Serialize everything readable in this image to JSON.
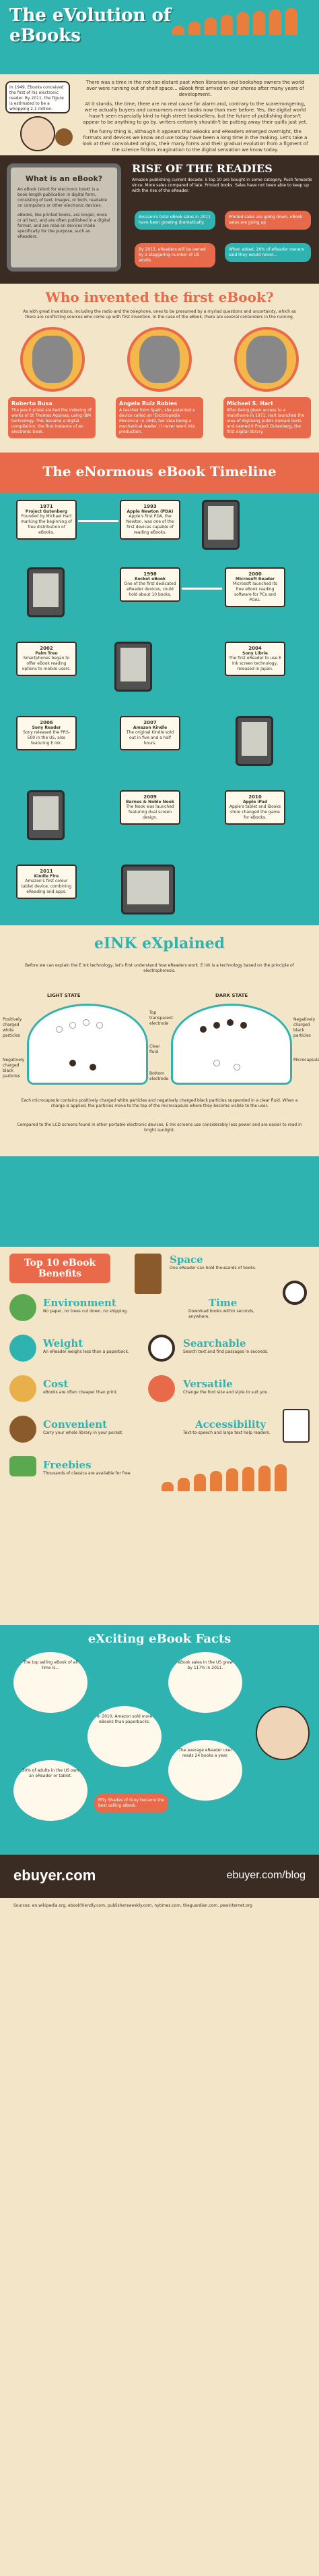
{
  "header": {
    "title_line1": "The eVolution of",
    "title_line2": "eBooks"
  },
  "intro": {
    "speech": "In 1949, Ebooks conceived the first of his electronic reader. By 2011, the figure is estimated to be a whopping 2,1 million.",
    "para1": "There was a time in the not-too-distant past when librarians and bookshop owners the world over were running out of shelf space... eBook first arrived on our shores after many years of development.",
    "para2": "At it stands, the time, there are no real cause for alarm and, contrary to the scaremongering, we're actually buyers and consumers more books now than ever before. Yes, the digital world hasn't seen especially kind to high street booksellers, but the future of publishing doesn't appear to be anything to go by, writers certainly shouldn't be putting away their quills just yet.",
    "para3": "The funny thing is, although it appears that eBooks and eReaders emerged overnight, the formats and devices we know and use today have been a long time in the making. Let's take a look at their convoluted origins, their many forms and their gradual evolution from a figment of the science fiction imagination to the digital sensation we know today."
  },
  "what": {
    "title": "What is an eBook?",
    "text1": "An eBook (short for electronic book) is a book-length publication in digital form, consisting of text, images, or both, readable on computers or other electronic devices.",
    "text2": "eBooks, like printed books, are longer, more or all text, and are often published in a digital format, and are read on devices made specifically for the purpose, such as eReaders.",
    "rise_title": "RISE OF THE READIES",
    "rise_text": "Amazon publishing current decade: 5 top 10 are bought in some category. Push forwards since. More sales compared of late. Printed books. Sales have not been able to keep up with the rise of the eReader.",
    "bubble1": "Amazon's total eBook sales in 2011 have been growing dramatically.",
    "bubble2": "Printed sales are going down, eBook sales are going up",
    "bubble3": "By 2013, eReaders will be owned by a staggering number of US adults",
    "bubble4": "When asked, 26% of eReader owners said they would never..."
  },
  "who": {
    "title": "Who invented the first eBook?",
    "intro": "As with great inventions, including the radio and the telephone, ones to be presumed by a myriad questions and uncertainty, which as there are conflicting sources who come up with first invention. In the case of the eBook, there are several contenders in the running.",
    "p1_name": "Roberto Busa",
    "p1_text": "The Jesuit priest started the indexing of works of St Thomas Aquinas, using IBM technology. This became a digital compilation, the first instance of an electronic book.",
    "p2_name": "Angela Ruiz Robles",
    "p2_text": "A teacher from Spain, she patented a device called an 'Enciclopedia Mecánica' in 1949, her idea being a mechanical reader, it never went into production.",
    "p3_name": "Michael S. Hart",
    "p3_text": "After being given access to a mainframe in 1971, Hart launched the idea of digitising public domain texts and named it Project Gutenberg, the first digital library."
  },
  "timeline": {
    "title": "The eNormous eBook Timeline",
    "items": [
      {
        "year": "1971",
        "name": "Project Gutenberg",
        "text": "Founded by Michael Hart marking the beginning of free distribution of eBooks."
      },
      {
        "year": "1993",
        "name": "Apple Newton (PDA)",
        "text": "Apple's first PDA, the Newton, was one of the first devices capable of reading eBooks."
      },
      {
        "year": "1998",
        "name": "Rocket eBook",
        "text": "One of the first dedicated eReader devices, could hold about 10 books."
      },
      {
        "year": "2000",
        "name": "Microsoft Reader",
        "text": "Microsoft launched its free eBook reading software for PCs and PDAs."
      },
      {
        "year": "2002",
        "name": "Palm Treo",
        "text": "Smartphones began to offer eBook reading options to mobile users."
      },
      {
        "year": "2004",
        "name": "Sony Librie",
        "text": "The first eReader to use E Ink screen technology, released in Japan."
      },
      {
        "year": "2006",
        "name": "Sony Reader",
        "text": "Sony released the PRS-500 in the US, also featuring E Ink."
      },
      {
        "year": "2007",
        "name": "Amazon Kindle",
        "text": "The original Kindle sold out in five and a half hours."
      },
      {
        "year": "2009",
        "name": "Barnes & Noble Nook",
        "text": "The Nook was launched featuring dual screen design."
      },
      {
        "year": "2010",
        "name": "Apple iPad",
        "text": "Apple's tablet and iBooks store changed the game for eBooks."
      },
      {
        "year": "2011",
        "name": "Kindle Fire",
        "text": "Amazon's first colour tablet device, combining eReading and apps."
      }
    ]
  },
  "eink": {
    "title": "eINK eXplained",
    "text1": "Before we can explain the E Ink technology, let's first understand how eReaders work. E Ink is a technology based on the principle of electrophoresis.",
    "light_label": "LIGHT STATE",
    "dark_label": "DARK STATE",
    "l1": "Positively charged white particles",
    "l2": "Negatively charged black particles",
    "l3": "Clear fluid",
    "l4": "Top transparent electrode",
    "l5": "Bottom electrode",
    "r1": "Negatively charged black particles",
    "r2": "Microcapsule",
    "text2": "Each microcapsule contains positively charged white particles and negatively charged black particles suspended in a clear fluid. When a charge is applied, the particles move to the top of the microcapsule where they become visible to the user.",
    "text3": "Compared to the LCD screens found in other portable electronic devices, E Ink screens use considerably less power and are easier to read in bright sunlight."
  },
  "benefits": {
    "title": "Top 10 eBook Benefits",
    "items": [
      {
        "name": "Space",
        "text": "One eReader can hold thousands of books."
      },
      {
        "name": "Environment",
        "text": "No paper, no trees cut down, no shipping."
      },
      {
        "name": "Time",
        "text": "Download books within seconds, anywhere."
      },
      {
        "name": "Weight",
        "text": "An eReader weighs less than a paperback."
      },
      {
        "name": "Searchable",
        "text": "Search text and find passages in seconds."
      },
      {
        "name": "Cost",
        "text": "eBooks are often cheaper than print."
      },
      {
        "name": "Versatile",
        "text": "Change the font size and style to suit you."
      },
      {
        "name": "Convenient",
        "text": "Carry your whole library in your pocket."
      },
      {
        "name": "Accessibility",
        "text": "Text-to-speech and large text help readers."
      },
      {
        "name": "Freebies",
        "text": "Thousands of classics are available for free."
      }
    ]
  },
  "facts": {
    "title": "eXciting eBook Facts",
    "f1": "The top selling eBook of all time is...",
    "f2": "In 2010, Amazon sold more eBooks than paperbacks.",
    "f3": "eBook sales in the US grew by 117% in 2011.",
    "f4": "30% of adults in the US own an eReader or tablet.",
    "f5": "The average eReader user reads 24 books a year.",
    "f6": "Fifty Shades of Grey became the best selling eBook."
  },
  "footer": {
    "brand": "ebuyer.com",
    "blog": "ebuyer.com/blog",
    "sources": "Sources: en.wikipedia.org, ebookfriendly.com, publishersweekly.com, nytimes.com, theguardian.com, pewinternet.org"
  }
}
